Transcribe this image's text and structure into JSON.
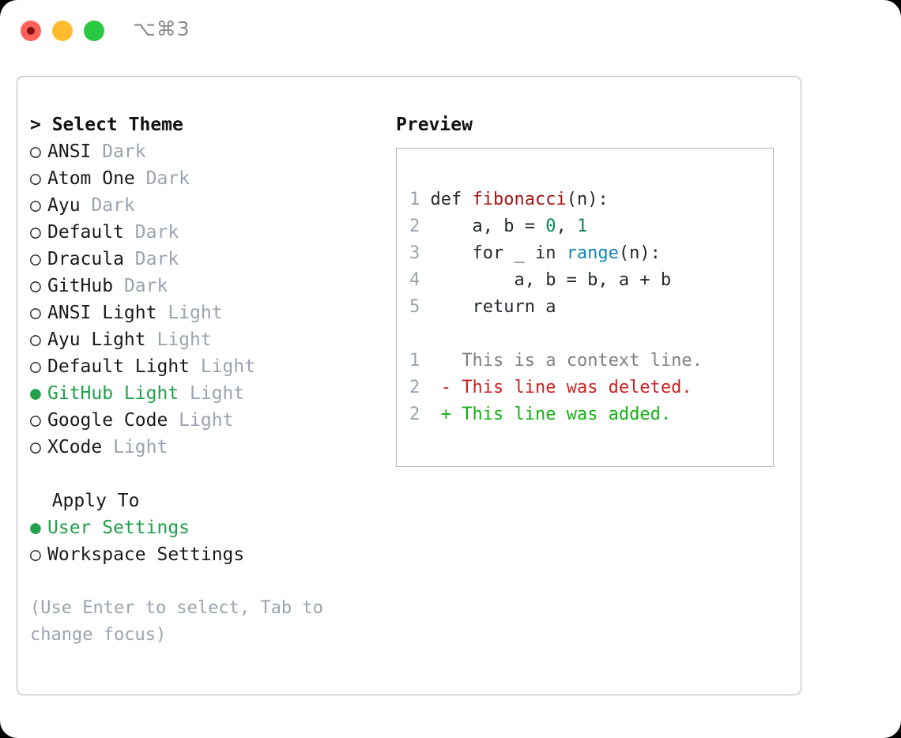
{
  "titlebar": {
    "shortcut": "⌥⌘3",
    "buttons": {
      "close": "close",
      "minimize": "minimize",
      "maximize": "maximize"
    }
  },
  "theme_panel": {
    "header": "> Select Theme",
    "items": [
      {
        "marker": "○ ",
        "label": "ANSI",
        "tag": " Dark",
        "selected": false
      },
      {
        "marker": "○ ",
        "label": "Atom One",
        "tag": " Dark",
        "selected": false
      },
      {
        "marker": "○ ",
        "label": "Ayu",
        "tag": " Dark",
        "selected": false
      },
      {
        "marker": "○ ",
        "label": "Default",
        "tag": " Dark",
        "selected": false
      },
      {
        "marker": "○ ",
        "label": "Dracula",
        "tag": " Dark",
        "selected": false
      },
      {
        "marker": "○ ",
        "label": "GitHub",
        "tag": " Dark",
        "selected": false
      },
      {
        "marker": "○ ",
        "label": "ANSI Light",
        "tag": " Light",
        "selected": false
      },
      {
        "marker": "○ ",
        "label": "Ayu Light",
        "tag": " Light",
        "selected": false
      },
      {
        "marker": "○ ",
        "label": "Default Light",
        "tag": " Light",
        "selected": false
      },
      {
        "marker": "● ",
        "label": "GitHub Light",
        "tag": " Light",
        "selected": true
      },
      {
        "marker": "○ ",
        "label": "Google Code",
        "tag": " Light",
        "selected": false
      },
      {
        "marker": "○ ",
        "label": "XCode",
        "tag": " Light",
        "selected": false
      }
    ]
  },
  "apply_to": {
    "header": "  Apply To",
    "options": [
      {
        "marker": "● ",
        "label": "User Settings",
        "selected": true
      },
      {
        "marker": "○ ",
        "label": "Workspace Settings",
        "selected": false
      }
    ]
  },
  "hint": {
    "line1": "(Use Enter to select, Tab to",
    "line2": "change focus)"
  },
  "preview": {
    "header": "Preview",
    "code_lines": [
      {
        "num": "1",
        "tokens": [
          {
            "t": "def ",
            "c": "kw"
          },
          {
            "t": "fibonacci",
            "c": "fn"
          },
          {
            "t": "(n):",
            "c": "pl"
          }
        ]
      },
      {
        "num": "2",
        "tokens": [
          {
            "t": "    a, b = ",
            "c": "pl"
          },
          {
            "t": "0",
            "c": "num"
          },
          {
            "t": ", ",
            "c": "pl"
          },
          {
            "t": "1",
            "c": "num"
          }
        ]
      },
      {
        "num": "3",
        "tokens": [
          {
            "t": "    for _ in ",
            "c": "kw"
          },
          {
            "t": "range",
            "c": "bi"
          },
          {
            "t": "(n):",
            "c": "pl"
          }
        ]
      },
      {
        "num": "4",
        "tokens": [
          {
            "t": "        a, b = b, a + b",
            "c": "pl"
          }
        ]
      },
      {
        "num": "5",
        "tokens": [
          {
            "t": "    return a",
            "c": "kw"
          }
        ]
      }
    ],
    "diff_lines": [
      {
        "num": "1",
        "marker": "  ",
        "text": "This is a context line.",
        "kind": "ctx"
      },
      {
        "num": "2",
        "marker": "- ",
        "text": "This line was deleted.",
        "kind": "del"
      },
      {
        "num": "2",
        "marker": "+ ",
        "text": "This line was added.",
        "kind": "add"
      }
    ]
  },
  "colors": {
    "accent_green": "#22a04a",
    "diff_add": "#12b312",
    "diff_delete": "#cc2222",
    "muted": "#9aa3b0",
    "border": "#aeb6c2",
    "function_name": "#a31515",
    "builtin": "#1086b8",
    "number": "#098658"
  }
}
